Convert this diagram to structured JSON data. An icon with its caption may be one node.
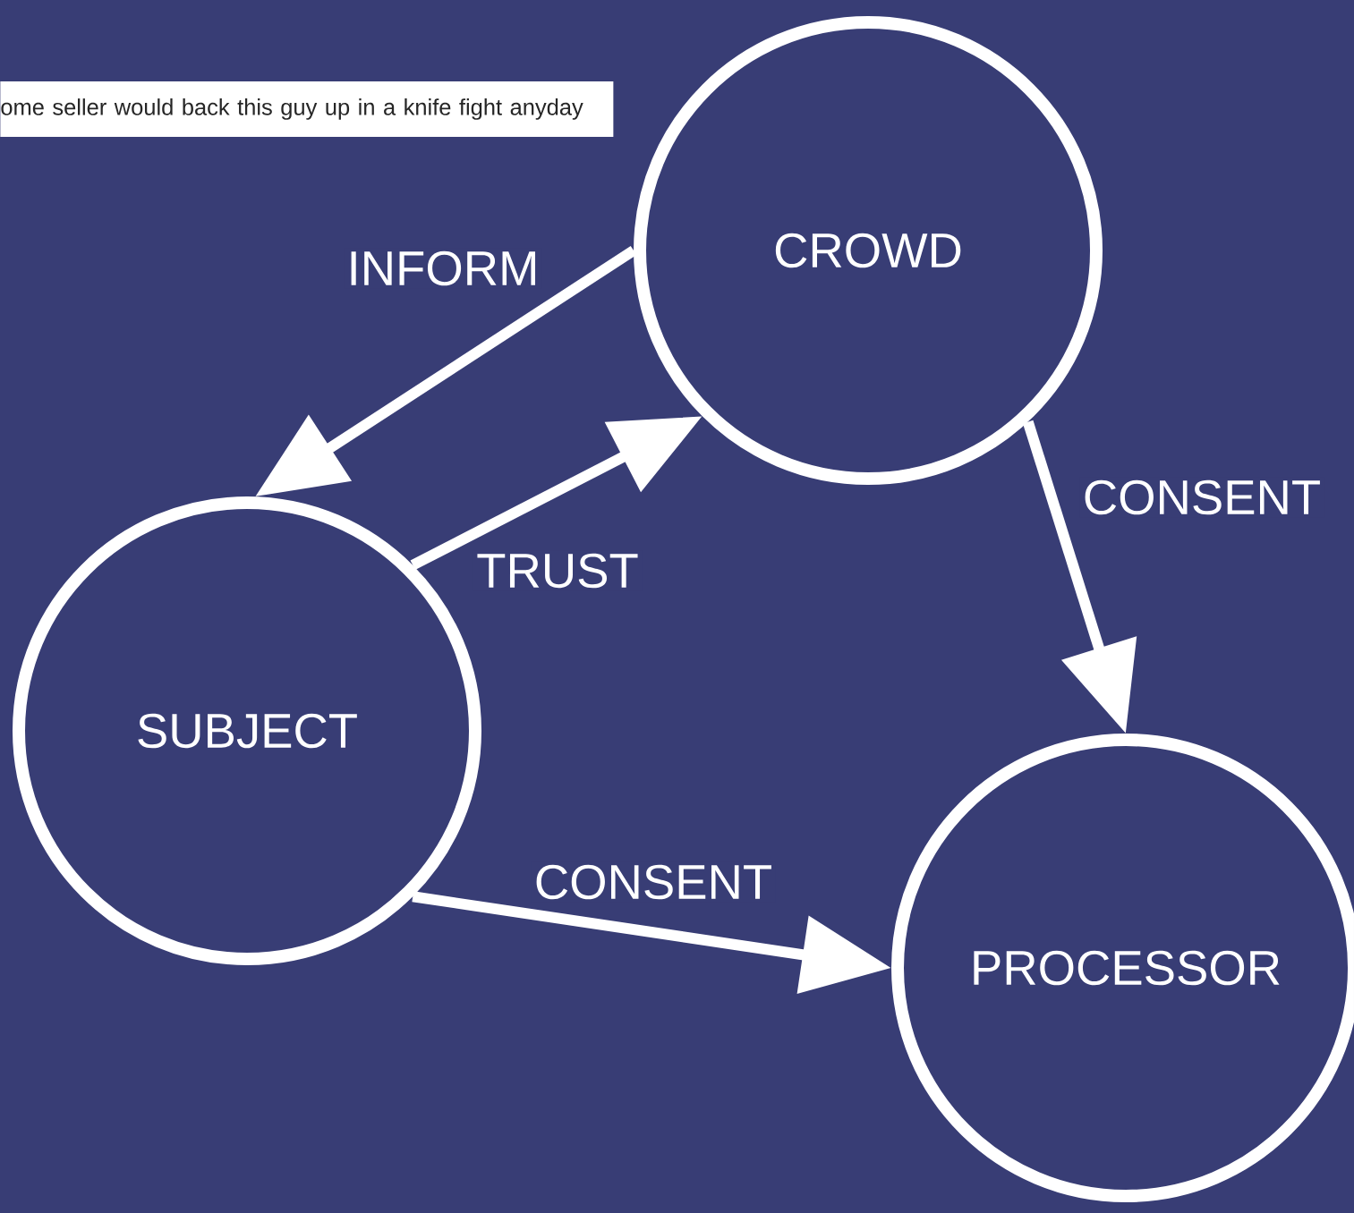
{
  "diagram": {
    "nodes": [
      {
        "text": [
          "ome seller would back this guy up in a knife fight anyday"
        ]
      },
      {
        "text": [
          "CROWD"
        ]
      },
      {
        "text": [
          "SUBJECT"
        ]
      },
      {
        "text": [
          "PROCESSOR"
        ]
      }
    ],
    "edges": [
      {
        "from": 1,
        "to": 2,
        "arrow": "to",
        "label": "INFORM"
      },
      {
        "from": 2,
        "to": 1,
        "arrow": "to",
        "label": "TRUST"
      },
      {
        "from": 1,
        "to": 3,
        "arrow": "to",
        "label": "CONSENT"
      },
      {
        "from": 2,
        "to": 3,
        "arrow": "to",
        "label": "CONSENT"
      }
    ]
  }
}
